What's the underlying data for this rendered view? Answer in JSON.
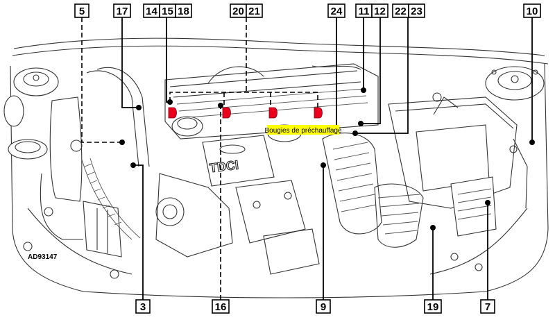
{
  "diagram": {
    "callouts_top": [
      "5",
      "17",
      "14",
      "15",
      "18",
      "20",
      "21",
      "24",
      "11",
      "12",
      "22",
      "23",
      "10"
    ],
    "callouts_bottom": [
      "3",
      "16",
      "9",
      "19",
      "7"
    ],
    "engine_logo_text": "TDCI",
    "glow_plug_label": "Bougies de préchauffage",
    "image_code": "AD93147"
  },
  "colors": {
    "glow_plug_marker": "#e8001c",
    "label_highlight": "#ffff00",
    "line_art": "#333333",
    "callout_border": "#000000"
  }
}
